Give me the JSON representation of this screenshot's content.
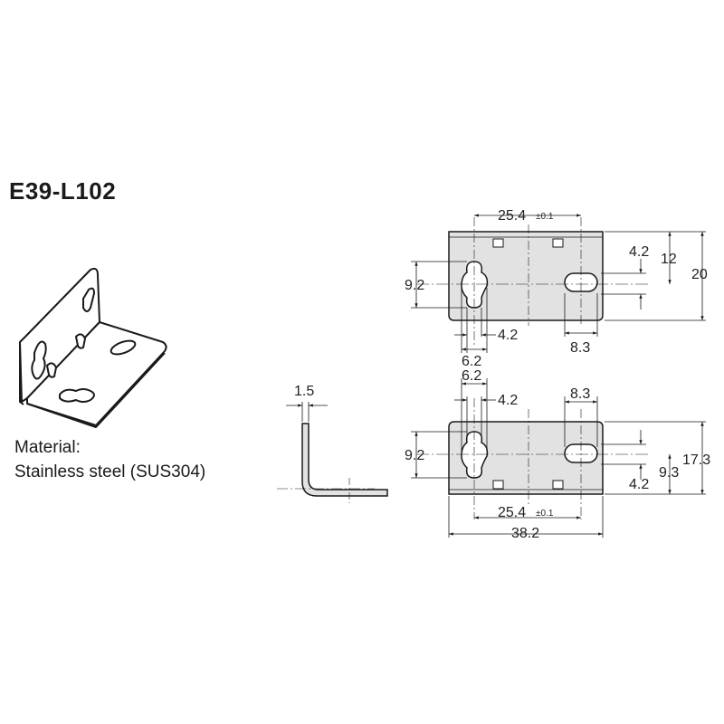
{
  "title": "E39-L102",
  "material": {
    "label": "Material:",
    "value": "Stainless steel (SUS304)"
  },
  "dimensions": {
    "hole_pitch": "25.4",
    "hole_pitch_tolerance": "±0.1",
    "top_slot_height": "4.2",
    "top_slot_center": "12",
    "top_height": "20",
    "top_keyhole_height": "9.2",
    "top_keyhole_width": "4.2",
    "top_keyhole_outer": "6.2",
    "top_slot_width": "8.3",
    "thickness": "1.5",
    "bottom_keyhole_outer": "6.2",
    "bottom_keyhole_width": "4.2",
    "bottom_slot_width": "8.3",
    "bottom_keyhole_height": "9.2",
    "bottom_height": "17.3",
    "bottom_slot_center": "9.3",
    "bottom_slot_height": "4.2",
    "bottom_hole_pitch": "25.4",
    "bottom_hole_pitch_tolerance": "±0.1",
    "overall_width": "38.2"
  },
  "colors": {
    "plate_fill": "#e2e2e2",
    "line": "#1a1a1a"
  }
}
